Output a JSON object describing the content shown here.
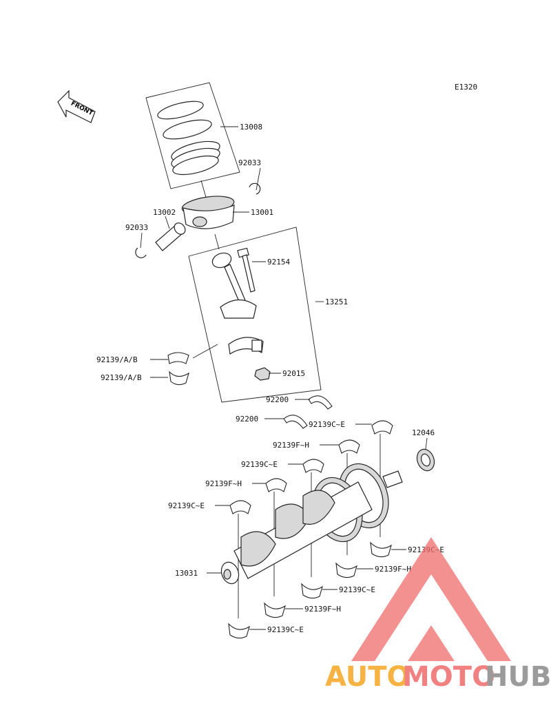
{
  "diagram_code": "E1320",
  "front_label": "FRONT",
  "labels": {
    "l13008": "13008",
    "l92033a": "92033",
    "l13001": "13001",
    "l13002": "13002",
    "l92033b": "92033",
    "l92154": "92154",
    "l13251": "13251",
    "l92139ab1": "92139/A/B",
    "l92139ab2": "92139/A/B",
    "l92015": "92015",
    "l92200a": "92200",
    "l92200b": "92200",
    "l92139ce1": "92139C~E",
    "l12046": "12046",
    "l92139fh1": "92139F~H",
    "l92139ce2": "92139C~E",
    "l92139fh2": "92139F~H",
    "l92139ce3": "92139C~E",
    "l92139ce4": "92139C~E",
    "l92139fh3": "92139F~H",
    "l13031": "13031",
    "l92139ce5": "92139C~E",
    "l92139fh4": "92139F~H",
    "l92139ce6": "92139C~E"
  },
  "watermark": {
    "part1": "AUTO",
    "part2": "MOTO",
    "part3": "HUB"
  },
  "colors": {
    "watermark_orange": "#f5a623",
    "watermark_red": "#ef6b6b",
    "watermark_gray": "#8a8a8a"
  }
}
